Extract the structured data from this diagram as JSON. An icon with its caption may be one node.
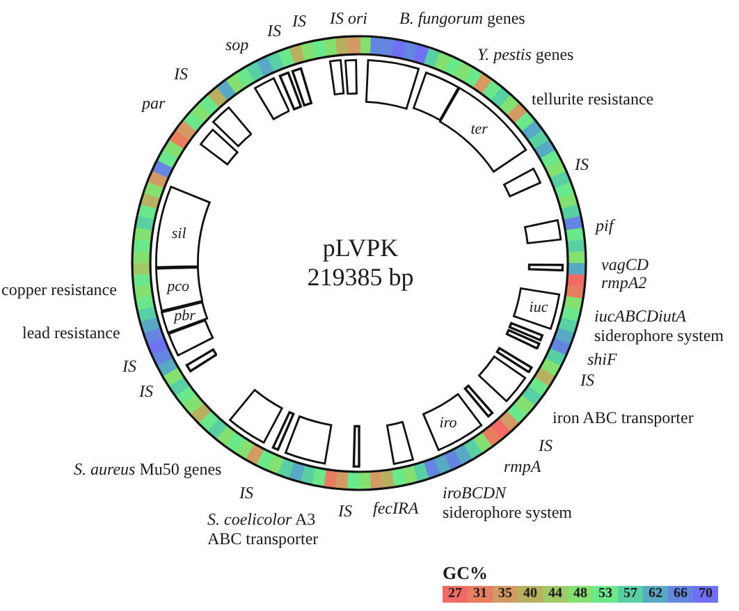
{
  "diagram": {
    "nodes": [
      {
        "text": [],
        "shape": "arc"
      },
      {
        "text": [],
        "shape": "arc"
      },
      {
        "text": [
          "ter"
        ]
      },
      {
        "text": [],
        "shape": "arc"
      },
      {
        "text": [],
        "shape": "arc"
      },
      {
        "text": [],
        "shape": "bar"
      },
      {
        "text": [
          "iuc"
        ]
      },
      {
        "text": [],
        "shape": "bar"
      },
      {
        "text": [],
        "shape": "bar"
      },
      {
        "text": [],
        "shape": "bar"
      },
      {
        "text": [],
        "shape": "arc"
      },
      {
        "text": [],
        "shape": "bar"
      },
      {
        "text": [
          "iro"
        ]
      },
      {
        "text": [],
        "shape": "arc"
      },
      {
        "text": [],
        "shape": "bar"
      },
      {
        "text": [],
        "shape": "arc"
      },
      {
        "text": [],
        "shape": "bar"
      },
      {
        "text": [],
        "shape": "arc"
      },
      {
        "text": [],
        "shape": "bar"
      },
      {
        "text": [],
        "shape": "arc"
      },
      {
        "text": [
          "pbr"
        ]
      },
      {
        "text": [
          "pco"
        ]
      },
      {
        "text": [
          "sil"
        ]
      },
      {
        "text": [],
        "shape": "arc"
      },
      {
        "text": [],
        "shape": "arc"
      },
      {
        "text": [],
        "shape": "arc"
      },
      {
        "text": [],
        "shape": "bar"
      },
      {
        "text": [],
        "shape": "bar"
      },
      {
        "text": [],
        "shape": "arc"
      },
      {
        "text": [],
        "shape": "arc"
      }
    ],
    "labels": [
      "pLVPK",
      "219385 bp",
      "IS ori",
      "*B. fungorum* genes",
      "*Y. pestis* genes",
      "tellurite resistance",
      "IS",
      "pif",
      "vagCD",
      "rmpA2",
      "*iucABCDiutA* siderophore system",
      "shiF",
      "IS",
      "iron ABC transporter",
      "IS",
      "rmpA",
      "*iroBCDN* siderophore system",
      "fecIRA",
      "IS",
      "*S. coelicolor* A3 ABC transporter",
      "IS",
      "*S. aureus* Mu50 genes",
      "IS",
      "IS",
      "lead resistance",
      "copper resistance",
      "par",
      "IS",
      "sop",
      "IS",
      "IS",
      "GC%"
    ],
    "legend": [
      {
        "text": "27",
        "color": "#f26a64"
      },
      {
        "text": "31",
        "color": "#e87e60"
      },
      {
        "text": "35",
        "color": "#d49a64"
      },
      {
        "text": "40",
        "color": "#b8b060"
      },
      {
        "text": "44",
        "color": "#a0c864"
      },
      {
        "text": "48",
        "color": "#84e070"
      },
      {
        "text": "53",
        "color": "#6ce88c"
      },
      {
        "text": "57",
        "color": "#58d0a4"
      },
      {
        "text": "62",
        "color": "#58aac4"
      },
      {
        "text": "66",
        "color": "#6486e0"
      },
      {
        "text": "70",
        "color": "#7070f4"
      }
    ]
  }
}
